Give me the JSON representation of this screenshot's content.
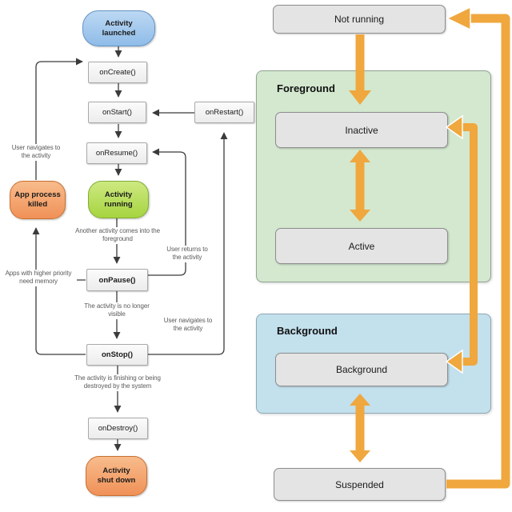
{
  "colors": {
    "arrow-orange": "#EFA73E",
    "foreground-fill": "#D3E8CF",
    "foreground-border": "#93A393",
    "background-fill": "#C3E0ED",
    "background-border": "#8FA9B8",
    "state-box-fill": "#E4E4E4",
    "state-box-border": "#8E8E8E",
    "launched-top": "#BCD8F3",
    "launched-bottom": "#8FBCE8",
    "launched-border": "#6593C6",
    "running-top": "#CDE981",
    "running-bottom": "#A6D440",
    "running-border": "#82AC35",
    "killed-top": "#F8BC8C",
    "killed-bottom": "#F09158",
    "killed-border": "#C8702F",
    "callback-fill": "#ECECEC",
    "callback-border": "#A9A9A9"
  },
  "left": {
    "activity_launched": "Activity launched",
    "on_create": "onCreate()",
    "on_start": "onStart()",
    "on_restart": "onRestart()",
    "on_resume": "onResume()",
    "activity_running": "Activity running",
    "on_pause": "onPause()",
    "on_stop": "onStop()",
    "on_destroy": "onDestroy()",
    "activity_shut_down": "Activity shut down",
    "app_process_killed": "App process killed",
    "notes": {
      "user_navigates_top": "User navigates to the activity",
      "apps_priority": "Apps with higher priority need memory",
      "another_activity": "Another activity comes into the foreground",
      "user_returns": "User returns to the activity",
      "not_visible": "The activity is no longer visible",
      "user_navigates_right": "User navigates to the activity",
      "finishing": "The activity is finishing or being destroyed by the system"
    }
  },
  "right": {
    "not_running": "Not running",
    "foreground": "Foreground",
    "inactive": "Inactive",
    "active": "Active",
    "background_section": "Background",
    "background_state": "Background",
    "suspended": "Suspended"
  }
}
